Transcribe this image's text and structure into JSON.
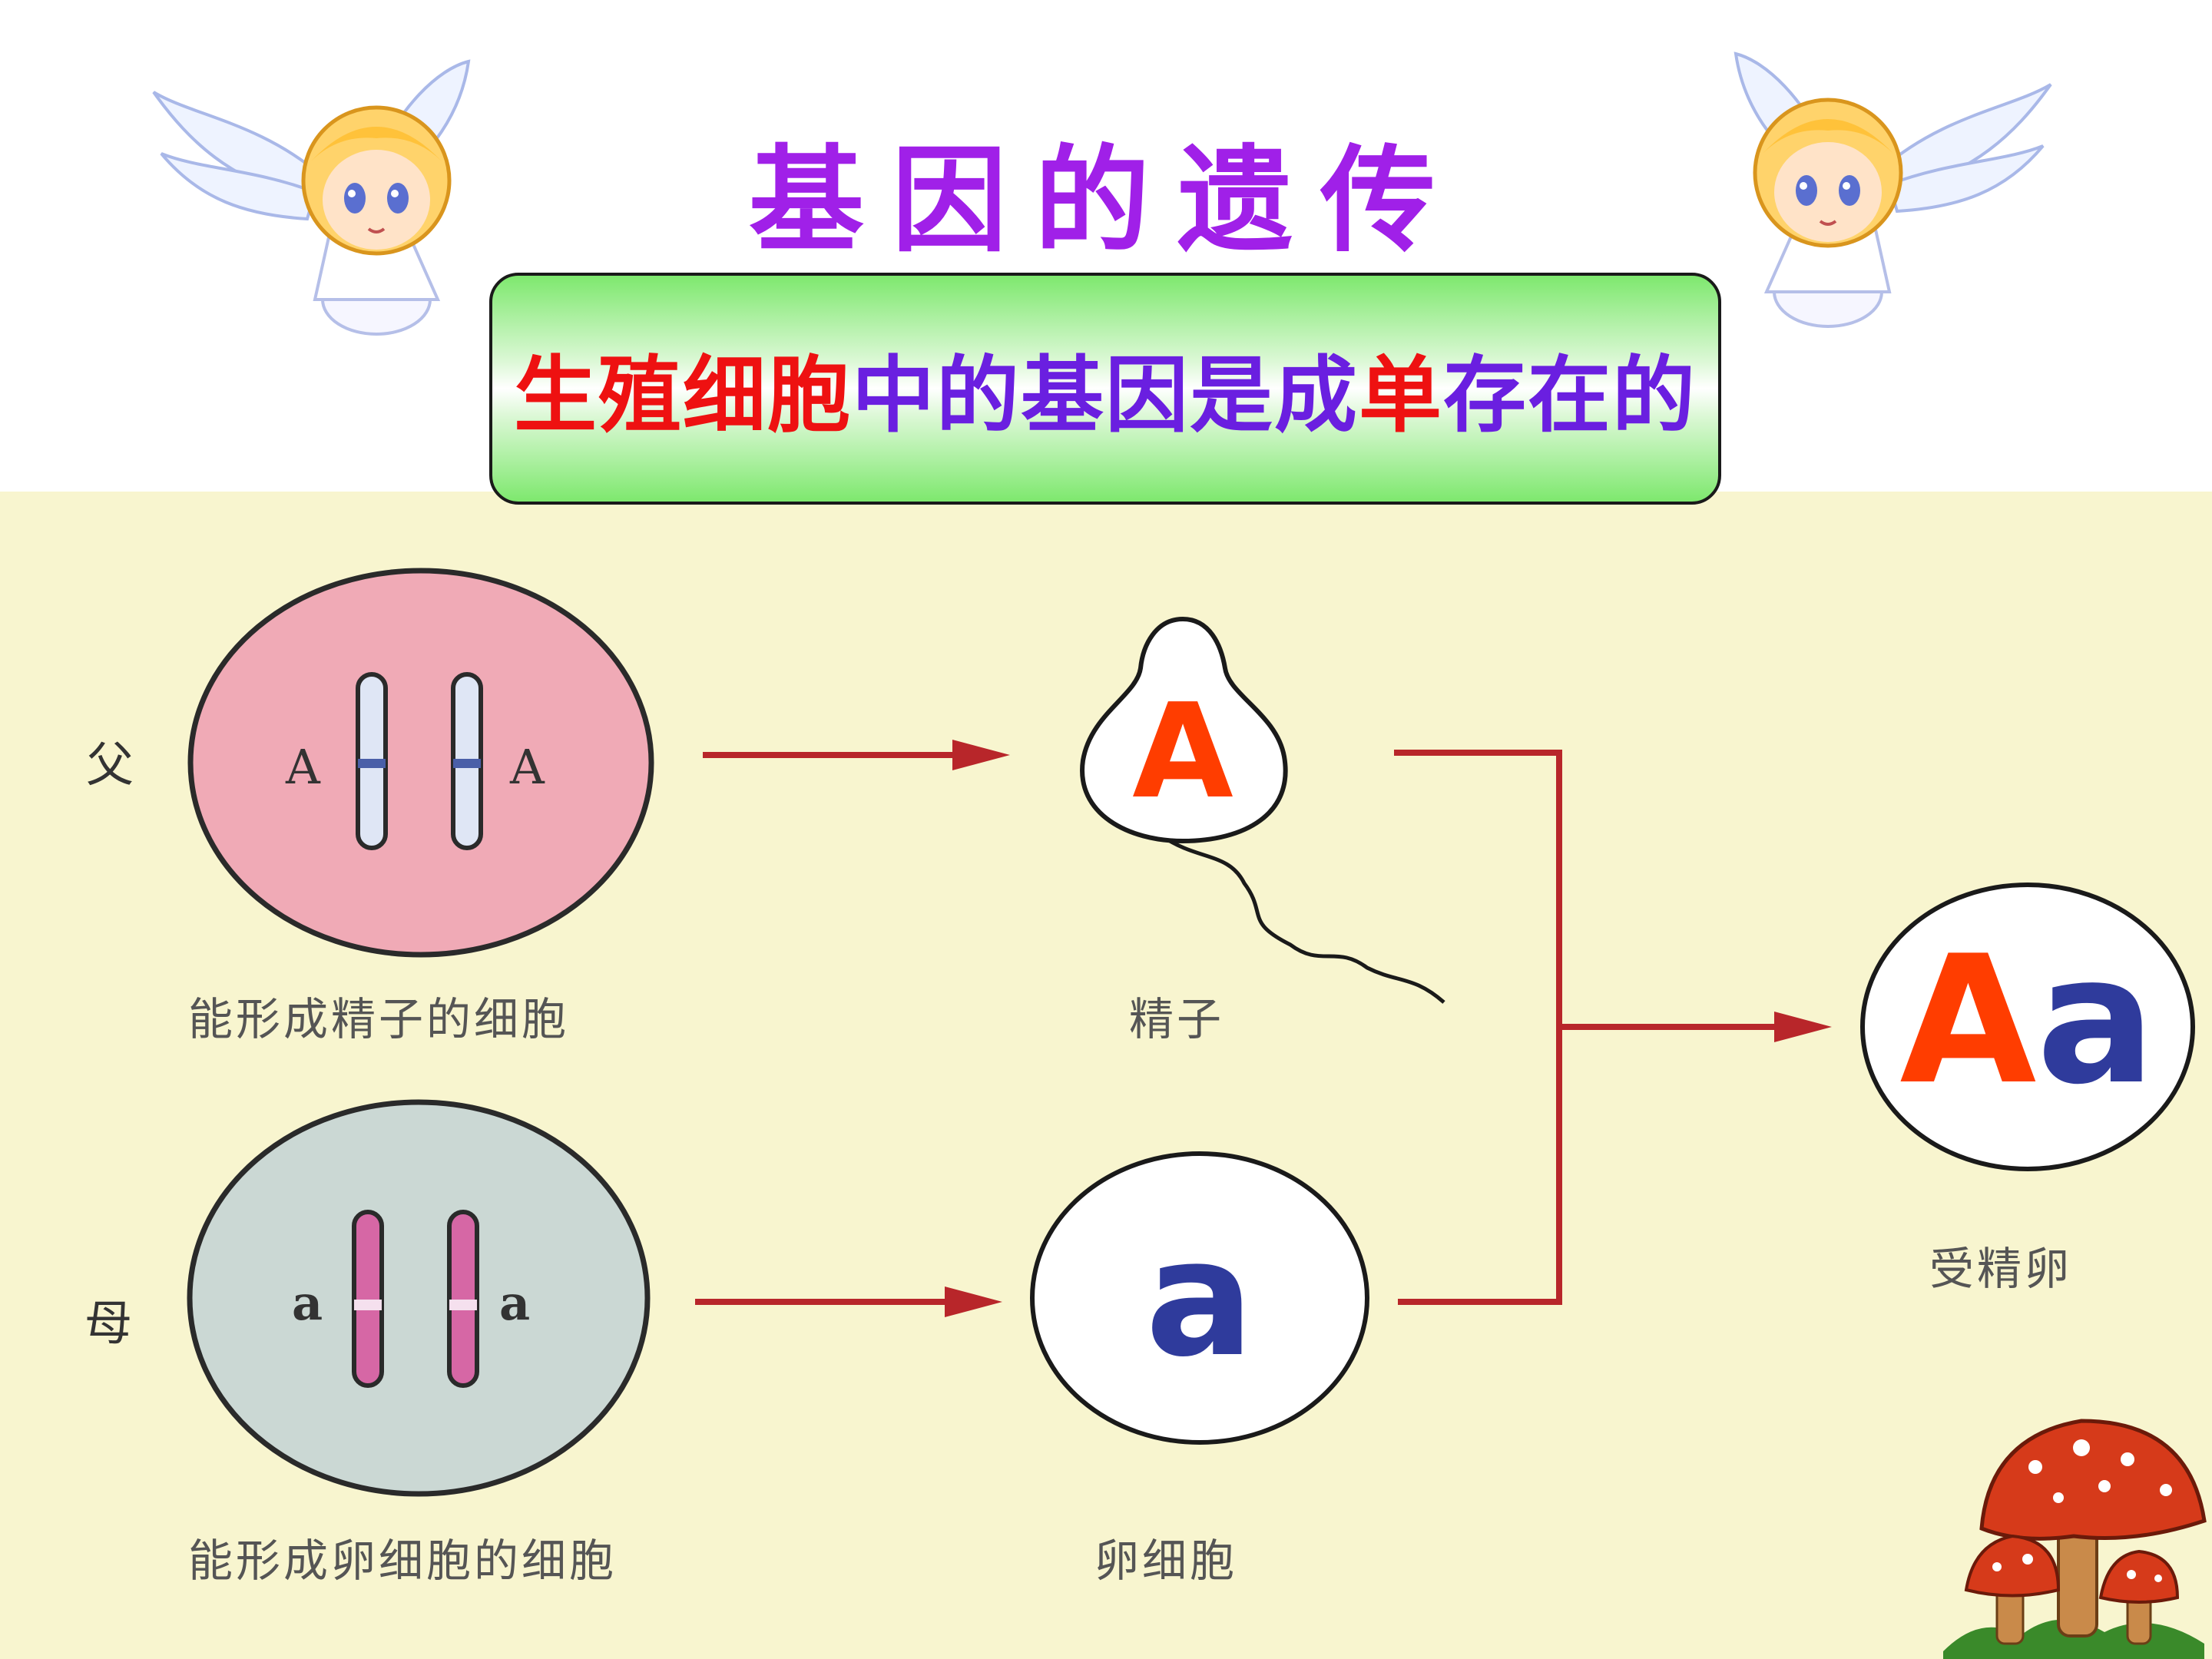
{
  "slide": {
    "title": "基因的遗传",
    "banner": {
      "part1": "生殖细胞",
      "part2": "中的基因是成",
      "part3": "单",
      "part4": "存在的"
    }
  },
  "diagram": {
    "father_label": "父",
    "mother_label": "母",
    "father_cell_genes": [
      "A",
      "A"
    ],
    "mother_cell_genes": [
      "a",
      "a"
    ],
    "father_cell_caption": "能形成精子的细胞",
    "mother_cell_caption": "能形成卵细胞的细胞",
    "sperm_gene": "A",
    "sperm_caption": "精子",
    "egg_gene": "a",
    "egg_caption": "卵细胞",
    "zygote_gene_dominant": "A",
    "zygote_gene_recessive": "a",
    "zygote_caption": "受精卵"
  },
  "colors": {
    "title": "#a020e8",
    "highlight_red": "#ee1111",
    "text_purple": "#6a1fe0",
    "gene_orange": "#ff3d00",
    "gene_navy": "#2f3b9c",
    "arrow": "#b8262a",
    "panel_bg": "#f8f5cf",
    "father_cell": "#f0aab6",
    "mother_cell": "#cbd8d4"
  },
  "decorations": [
    "angel-left",
    "angel-right",
    "mushrooms"
  ]
}
